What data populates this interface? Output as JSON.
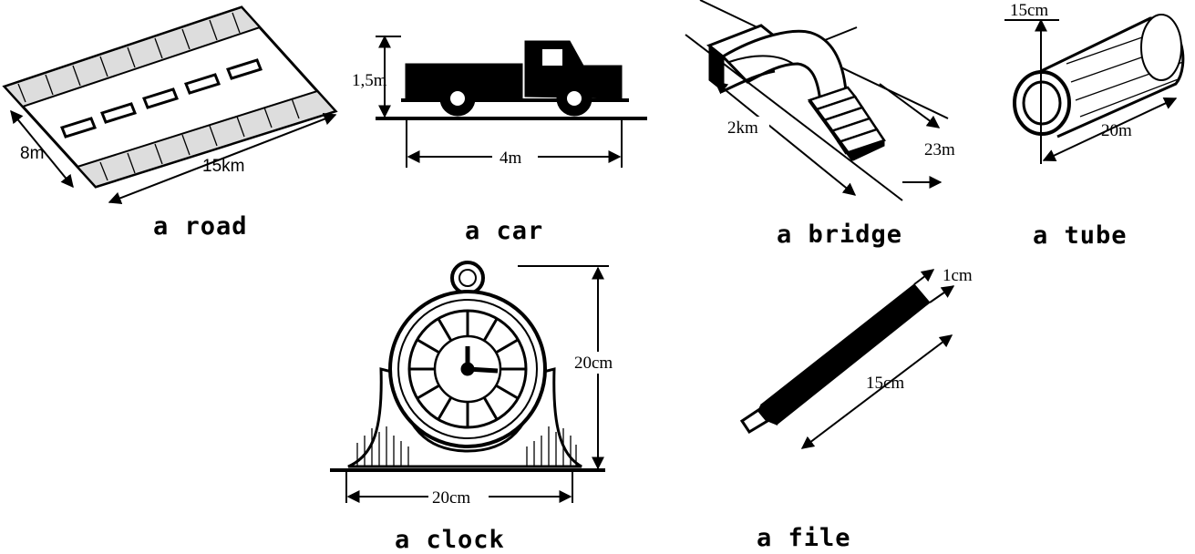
{
  "colors": {
    "ink": "#000000",
    "paper": "#ffffff"
  },
  "items": {
    "road": {
      "caption": "a road",
      "dims": {
        "width": "8m",
        "length": "15km"
      }
    },
    "car": {
      "caption": "a car",
      "dims": {
        "height": "1,5m",
        "length": "4m"
      }
    },
    "bridge": {
      "caption": "a bridge",
      "dims": {
        "length": "2km",
        "width": "23m"
      }
    },
    "tube": {
      "caption": "a tube",
      "dims": {
        "diameter": "15cm",
        "length": "20m"
      }
    },
    "clock": {
      "caption": "a clock",
      "dims": {
        "height": "20cm",
        "width": "20cm"
      }
    },
    "file": {
      "caption": "a file",
      "dims": {
        "thickness": "1cm",
        "length": "15cm"
      }
    }
  }
}
